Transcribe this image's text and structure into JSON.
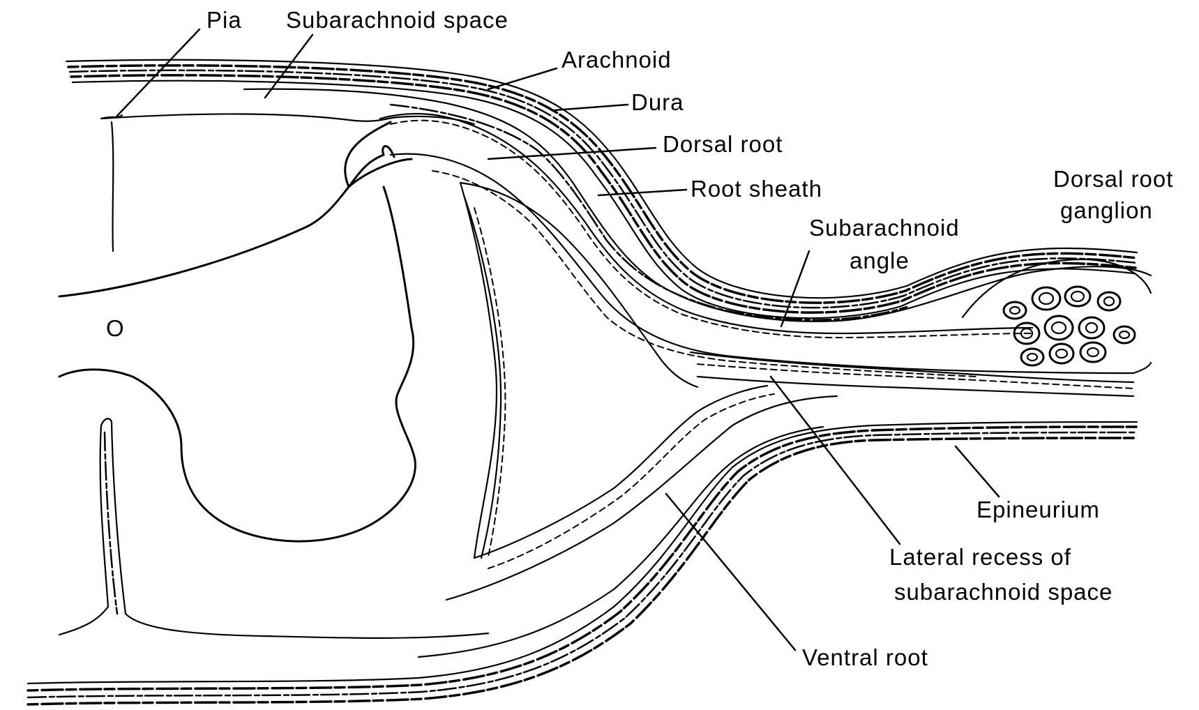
{
  "labels": {
    "pia": "Pia",
    "subarachnoid_space": "Subarachnoid space",
    "arachnoid": "Arachnoid",
    "dura": "Dura",
    "dorsal_root": "Dorsal root",
    "root_sheath": "Root sheath",
    "dorsal_root_ganglion_line1": "Dorsal root",
    "dorsal_root_ganglion_line2": "ganglion",
    "subarachnoid_angle_line1": "Subarachnoid",
    "subarachnoid_angle_line2": "angle",
    "central_canal": "O",
    "epineurium": "Epineurium",
    "lateral_recess_line1": "Lateral recess of",
    "lateral_recess_line2": "subarachnoid space",
    "ventral_root": "Ventral root"
  },
  "colors": {
    "ink": "#000000",
    "background": "#ffffff"
  }
}
